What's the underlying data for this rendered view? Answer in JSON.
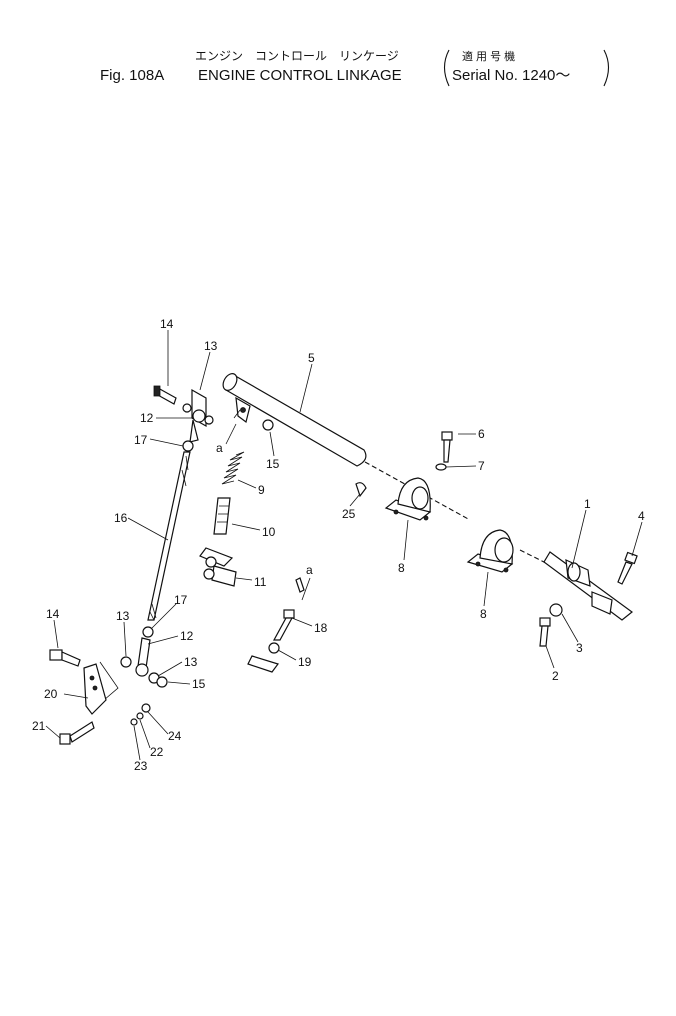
{
  "title": {
    "jp_name": "エンジン　コントロール　リンケージ",
    "jp_applicable": "適 用 号 機",
    "fig": "Fig. 108A",
    "name": "ENGINE CONTROL LINKAGE",
    "serial": "Serial No. 1240～"
  },
  "callouts": [
    {
      "id": "co-14a",
      "text": "14"
    },
    {
      "id": "co-13a",
      "text": "13"
    },
    {
      "id": "co-5",
      "text": "5"
    },
    {
      "id": "co-12a",
      "text": "12"
    },
    {
      "id": "co-17a",
      "text": "17"
    },
    {
      "id": "co-a1",
      "text": "a"
    },
    {
      "id": "co-15a",
      "text": "15"
    },
    {
      "id": "co-9",
      "text": "9"
    },
    {
      "id": "co-16",
      "text": "16"
    },
    {
      "id": "co-10",
      "text": "10"
    },
    {
      "id": "co-11",
      "text": "11"
    },
    {
      "id": "co-6",
      "text": "6"
    },
    {
      "id": "co-7",
      "text": "7"
    },
    {
      "id": "co-25",
      "text": "25"
    },
    {
      "id": "co-8a",
      "text": "8"
    },
    {
      "id": "co-8b",
      "text": "8"
    },
    {
      "id": "co-1",
      "text": "1"
    },
    {
      "id": "co-4",
      "text": "4"
    },
    {
      "id": "co-3",
      "text": "3"
    },
    {
      "id": "co-2",
      "text": "2"
    },
    {
      "id": "co-a2",
      "text": "a"
    },
    {
      "id": "co-18",
      "text": "18"
    },
    {
      "id": "co-19",
      "text": "19"
    },
    {
      "id": "co-17b",
      "text": "17"
    },
    {
      "id": "co-14b",
      "text": "14"
    },
    {
      "id": "co-13b",
      "text": "13"
    },
    {
      "id": "co-12b",
      "text": "12"
    },
    {
      "id": "co-13c",
      "text": "13"
    },
    {
      "id": "co-15b",
      "text": "15"
    },
    {
      "id": "co-20",
      "text": "20"
    },
    {
      "id": "co-21",
      "text": "21"
    },
    {
      "id": "co-24",
      "text": "24"
    },
    {
      "id": "co-22",
      "text": "22"
    },
    {
      "id": "co-23",
      "text": "23"
    }
  ]
}
